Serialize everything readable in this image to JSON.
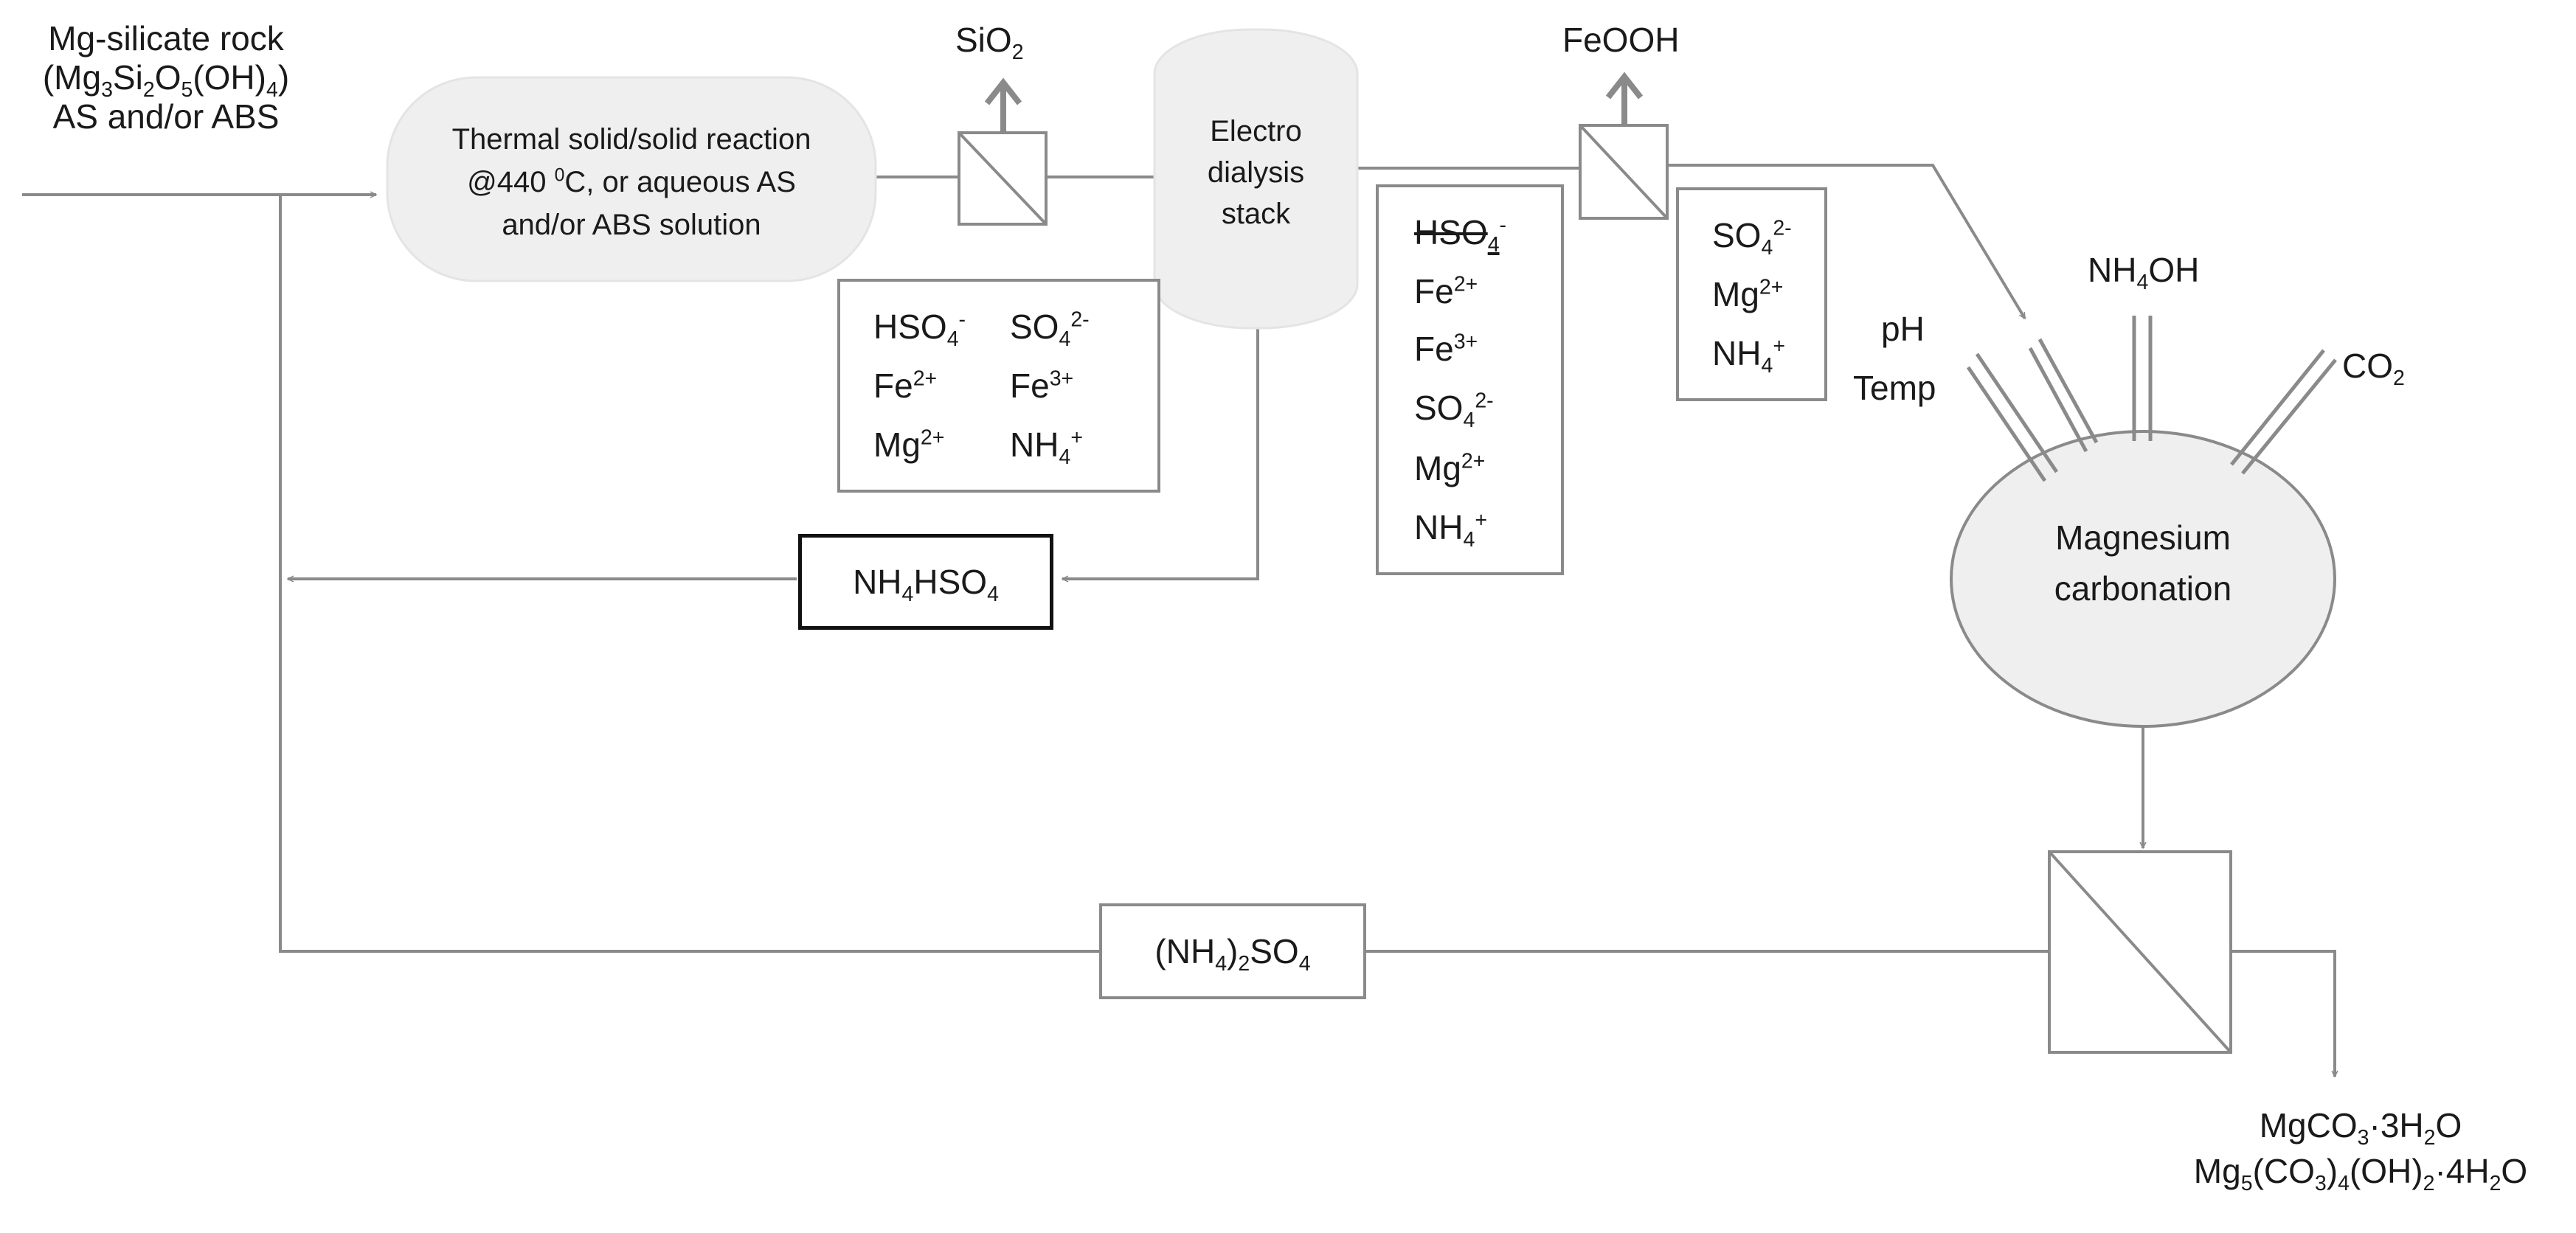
{
  "colors": {
    "line": "#8a8a8a",
    "fill": "#efefef",
    "text": "#1a1a1a",
    "strong_border": "#111111"
  },
  "feed": {
    "name": "Mg-silicate rock",
    "formula": {
      "a": "(Mg",
      "b": "3",
      "c": "Si",
      "d": "2",
      "e": "O",
      "f": "5",
      "g": "(OH)",
      "h": "4",
      "i": ")"
    },
    "reagent": "AS and/or ABS"
  },
  "reactor": {
    "line1": "Thermal solid/solid reaction",
    "line2_a": "@440 ",
    "line2_sup": "0",
    "line2_b": "C, or aqueous AS",
    "line3": "and/or ABS solution"
  },
  "sio2": {
    "a": "SiO",
    "sub": "2"
  },
  "electrodialysis": {
    "line1": "Electro",
    "line2": "dialysis",
    "line3": "stack"
  },
  "feooh": "FeOOH",
  "ions_after_reactor": {
    "hso4": "HSO",
    "hso4_sub": "4",
    "hso4_sup": "-",
    "so4": "SO",
    "so4_sub": "4",
    "so4_sup": "2-",
    "fe2": "Fe",
    "fe2_sup": "2+",
    "fe3": "Fe",
    "fe3_sup": "3+",
    "mg": "Mg",
    "mg_sup": "2+",
    "nh4": "NH",
    "nh4_sub": "4",
    "nh4_sup": "+"
  },
  "ions_after_ed": {
    "hso4": "HSO",
    "hso4_sub": "4",
    "hso4_sup": "-",
    "fe2": "Fe",
    "fe2_sup": "2+",
    "fe3": "Fe",
    "fe3_sup": "3+",
    "so4": "SO",
    "so4_sub": "4",
    "so4_sup": "2-",
    "mg": "Mg",
    "mg_sup": "2+",
    "nh4": "NH",
    "nh4_sub": "4",
    "nh4_sup": "+"
  },
  "ions_after_fe": {
    "so4": "SO",
    "so4_sub": "4",
    "so4_sup": "2-",
    "mg": "Mg",
    "mg_sup": "2+",
    "nh4": "NH",
    "nh4_sub": "4",
    "nh4_sup": "+"
  },
  "abs_recycle": {
    "a": "NH",
    "sub1": "4",
    "b": "HSO",
    "sub2": "4"
  },
  "as_recycle": {
    "a": "(NH",
    "sub1": "4",
    "b": ")",
    "sub2": "2",
    "c": "SO",
    "sub3": "4"
  },
  "carbonation": {
    "line1": "Magnesium",
    "line2": "carbonation",
    "nh4oh_a": "NH",
    "nh4oh_sub": "4",
    "nh4oh_b": "OH",
    "ph": "pH",
    "temp": "Temp",
    "co2_a": "CO",
    "co2_sub": "2"
  },
  "products": {
    "p1_a": "MgCO",
    "p1_sub": "3",
    "p1_b": "·3H",
    "p1_sub2": "2",
    "p1_c": "O",
    "p2_a": "Mg",
    "p2_sub1": "5",
    "p2_b": "(CO",
    "p2_sub2": "3",
    "p2_c": ")",
    "p2_sub3": "4",
    "p2_d": "(OH)",
    "p2_sub4": "2",
    "p2_e": "·4H",
    "p2_sub5": "2",
    "p2_f": "O"
  }
}
